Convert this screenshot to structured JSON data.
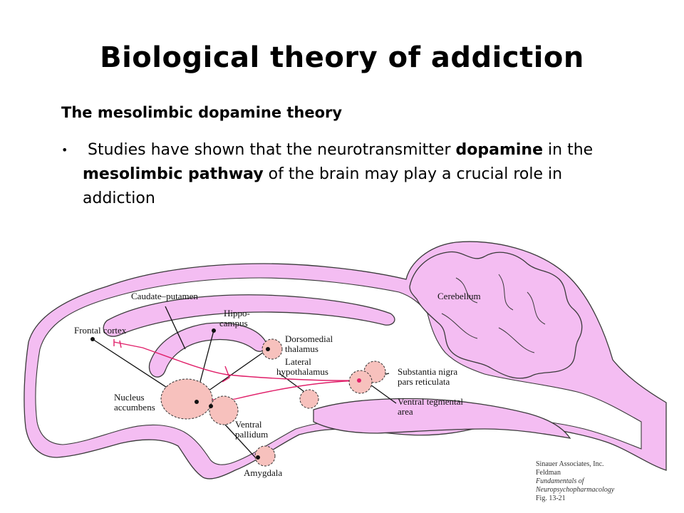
{
  "slide": {
    "title": "Biological theory of addiction",
    "subtitle": "The mesolimbic dopamine theory",
    "bullet": {
      "part1": "Studies have shown that the neurotransmitter ",
      "bold1": "dopamine",
      "part2": " in the ",
      "bold2": "mesolimbic pathway",
      "part3": " of the brain may play a crucial role in addiction"
    }
  },
  "diagram": {
    "labels": {
      "caudate": "Caudate–putamen",
      "cerebellum": "Cerebellum",
      "hippo1": "Hippo-",
      "hippo2": "campus",
      "frontal": "Frontal cortex",
      "dorso1": "Dorsomedial",
      "dorso2": "thalamus",
      "lateral1": "Lateral",
      "lateral2": "hypothalamus",
      "subst1": "Substantia nigra",
      "subst2": "pars reticulata",
      "vta1": "Ventral tegmental",
      "vta2": "area",
      "nucleus1": "Nucleus",
      "nucleus2": "accumbens",
      "pallidum1": "Ventral",
      "pallidum2": "pallidum",
      "amygdala": "Amygdala"
    },
    "credit": {
      "line1": "Sinauer Associates, Inc.",
      "line2": "Feldman",
      "line3": "Fundamentals of",
      "line4": "Neuropsychopharmacology",
      "line5": "Fig. 13-21"
    },
    "colors": {
      "outline_fill": "#f4bdf2",
      "outline_stroke": "#3a3a3a",
      "nucleus_fill": "#f7c1bd",
      "pathway": "#e0206a"
    }
  }
}
